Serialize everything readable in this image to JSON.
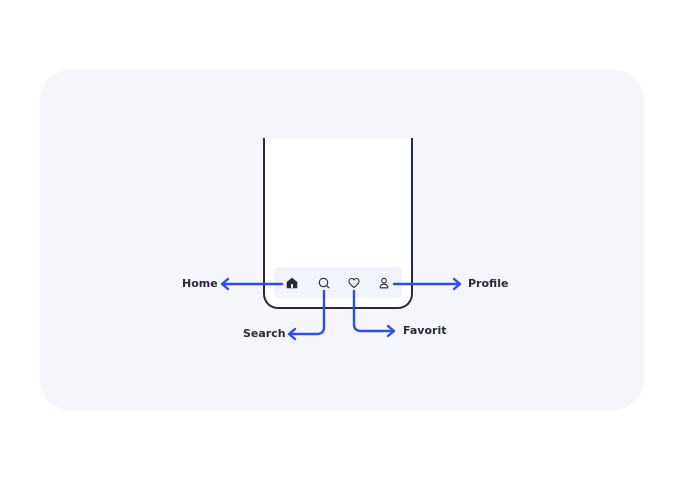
{
  "nav": {
    "home_label": "Home",
    "search_label": "Search",
    "favorite_label": "Favorit",
    "profile_label": "Profile"
  },
  "icons": {
    "home": "home-icon",
    "search": "search-icon",
    "favorite": "heart-icon",
    "profile": "user-icon"
  },
  "colors": {
    "arrow": "#2d4fe6",
    "text": "#2a2b38",
    "card_background": "#f4f6fb"
  }
}
